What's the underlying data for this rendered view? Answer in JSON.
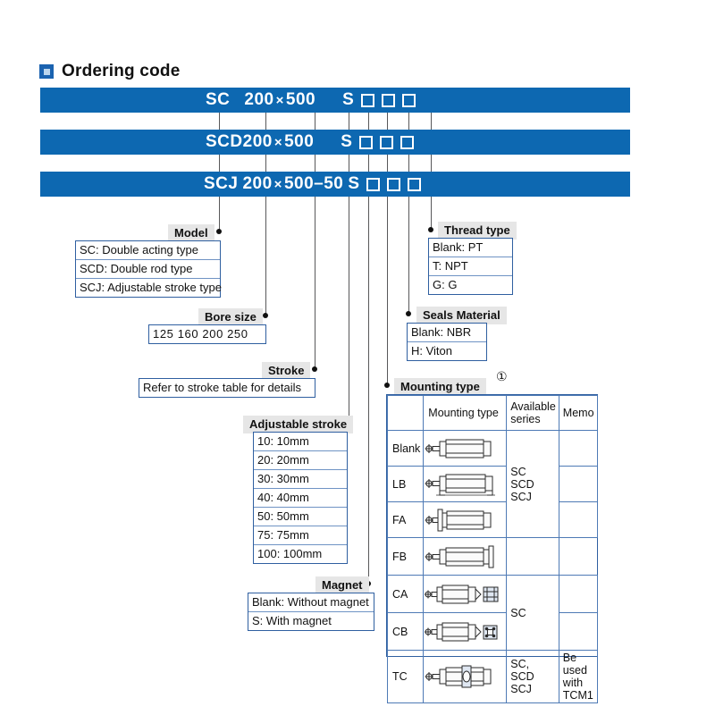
{
  "page": {
    "title": "Ordering code",
    "title_icon": "square-bullet-icon",
    "accent_blue": "#0d68b1",
    "chip_bg": "#e6e6e6",
    "box_border": "#2f5fa0"
  },
  "code_bars": [
    {
      "id": "bar-sc",
      "segments": [
        "SC",
        "200",
        "×",
        "500",
        "S"
      ],
      "full_text": "SC  200×500   S",
      "empty_boxes": 3
    },
    {
      "id": "bar-scd",
      "segments": [
        "SCD",
        "200",
        "×",
        "500",
        "S"
      ],
      "full_text": "SCD200×500   S",
      "empty_boxes": 3
    },
    {
      "id": "bar-scj",
      "segments": [
        "SCJ",
        "200",
        "×",
        "500",
        "–50",
        "S"
      ],
      "full_text": "SCJ 200×500–50 S",
      "empty_boxes": 3
    }
  ],
  "callouts": {
    "model": {
      "label": "Model",
      "options": [
        "SC: Double acting type",
        "SCD: Double rod type",
        "SCJ: Adjustable stroke type"
      ]
    },
    "bore_size": {
      "label": "Bore size",
      "options": [
        "125  160  200  250"
      ]
    },
    "stroke": {
      "label": "Stroke",
      "options": [
        "Refer to stroke table for details"
      ]
    },
    "adjustable_stroke": {
      "label": "Adjustable stroke",
      "options": [
        "10: 10mm",
        "20: 20mm",
        "30: 30mm",
        "40: 40mm",
        "50: 50mm",
        "75: 75mm",
        "100: 100mm"
      ]
    },
    "magnet": {
      "label": "Magnet",
      "options": [
        "Blank: Without magnet",
        "S: With magnet"
      ]
    },
    "thread_type": {
      "label": "Thread type",
      "options": [
        "Blank: PT",
        "T: NPT",
        "G: G"
      ]
    },
    "seals_material": {
      "label": "Seals Material",
      "options": [
        "Blank: NBR",
        "H: Viton"
      ]
    },
    "mounting_type": {
      "label": "Mounting type",
      "note_marker": "①"
    }
  },
  "mounting_table": {
    "headers": [
      "",
      "Mounting type",
      "Available series",
      "Memo"
    ],
    "rows": [
      {
        "code": "Blank",
        "icon": "cylinder-basic-icon",
        "series": "",
        "memo": ""
      },
      {
        "code": "LB",
        "icon": "cylinder-lb-foot-icon",
        "series": "",
        "memo": ""
      },
      {
        "code": "FA",
        "icon": "cylinder-fa-front-flange-icon",
        "series": "",
        "memo": ""
      },
      {
        "code": "FB",
        "icon": "cylinder-fb-rear-flange-icon",
        "series": "",
        "memo": ""
      },
      {
        "code": "CA",
        "icon": "cylinder-ca-clevis-icon",
        "series": "",
        "memo": ""
      },
      {
        "code": "CB",
        "icon": "cylinder-cb-clevis-icon",
        "series": "",
        "memo": ""
      },
      {
        "code": "TC",
        "icon": "cylinder-tc-trunnion-icon",
        "series": "",
        "memo": ""
      }
    ],
    "series_group_1": "SC\nSCD\nSCJ",
    "series_group_2": "SC",
    "series_group_3": "SC, SCD\nSCJ",
    "memo_group_3": "Be used\nwith TCM1"
  }
}
